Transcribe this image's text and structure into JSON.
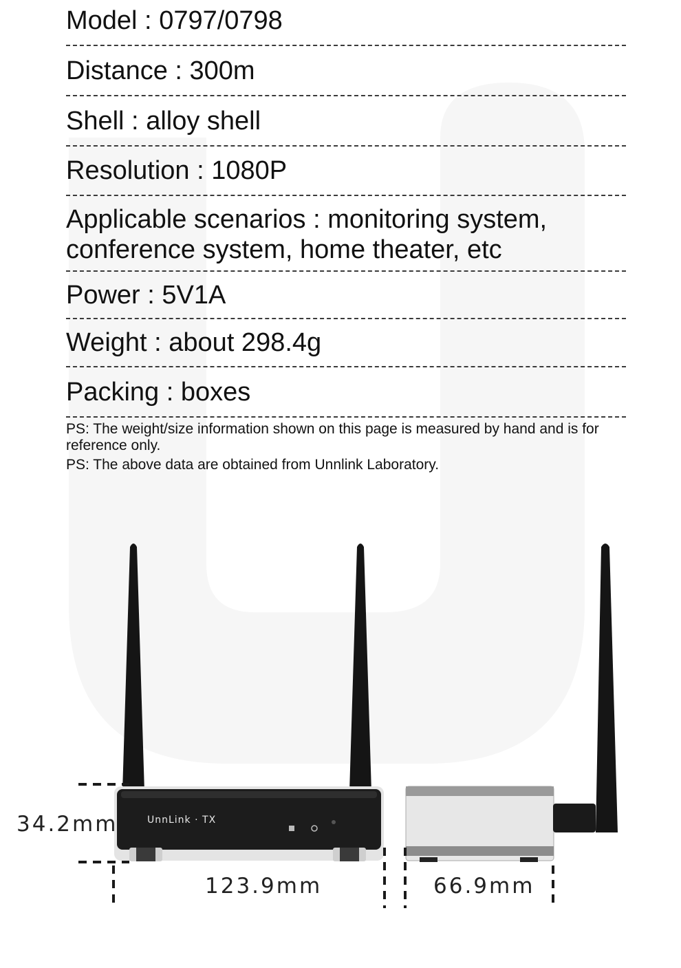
{
  "specs": [
    {
      "label": "Model",
      "sep": " : ",
      "value": "0797/0798"
    },
    {
      "label": "Distance",
      "sep": " : ",
      "value": "300m"
    },
    {
      "label": "Shell",
      "sep": " : ",
      "value": "alloy shell"
    },
    {
      "label": "Resolution",
      "sep": " : ",
      "value": "1080P"
    },
    {
      "label": "Applicable scenarios",
      "sep": " : ",
      "value": "monitoring system, conference system, home theater, etc"
    },
    {
      "label": "Power",
      "sep": " : ",
      "value": "5V1A"
    },
    {
      "label": "Weight",
      "sep": " : ",
      "value": "about 298.4g"
    },
    {
      "label": "Packing",
      "sep": " : ",
      "value": "boxes"
    }
  ],
  "notes": [
    "PS: The weight/size information shown on this page is measured by hand and is for reference only.",
    "PS: The above data are obtained from Unnlink Laboratory."
  ],
  "device": {
    "brand": "UnnLink",
    "model_tag": "TX",
    "brand_line": "UnnLink · TX"
  },
  "dimensions": {
    "height": "34.2mm",
    "width": "123.9mm",
    "depth": "66.9mm"
  },
  "colors": {
    "device_body": "#1b1b1b",
    "antenna": "#141414",
    "alloy_side": "#d9d9d9",
    "dashes": "#2a2a2a",
    "background_mark": "#f4f4f4"
  }
}
